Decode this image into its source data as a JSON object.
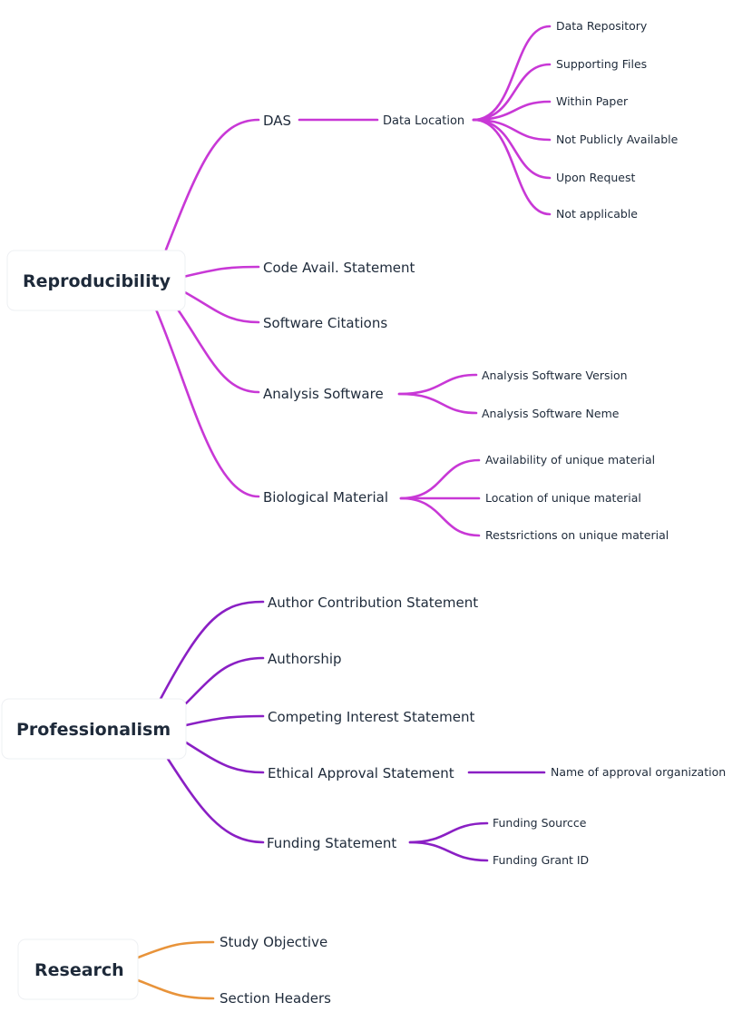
{
  "colors": {
    "reproducibility": "#c838d6",
    "professionalism": "#8a1fc4",
    "research": "#e8933a"
  },
  "roots": {
    "reproducibility": {
      "label": "Reproducibility",
      "children": {
        "das": {
          "label": "DAS",
          "data_location": {
            "label": "Data Location",
            "items": [
              "Data Repository",
              "Supporting Files",
              "Within Paper",
              "Not Publicly Available",
              "Upon Request",
              "Not applicable"
            ]
          }
        },
        "code_avail": {
          "label": "Code Avail. Statement"
        },
        "software_citations": {
          "label": "Software Citations"
        },
        "analysis_software": {
          "label": "Analysis Software",
          "items": [
            "Analysis Software Version",
            "Analysis Software Neme"
          ]
        },
        "biological_material": {
          "label": "Biological Material",
          "items": [
            "Availability of unique material",
            "Location of unique material",
            "Restsrictions on unique material"
          ]
        }
      }
    },
    "professionalism": {
      "label": "Professionalism",
      "children": {
        "author_contribution": {
          "label": "Author Contribution Statement"
        },
        "authorship": {
          "label": "Authorship"
        },
        "competing_interest": {
          "label": "Competing Interest Statement"
        },
        "ethical_approval": {
          "label": "Ethical Approval Statement",
          "items": [
            "Name of approval organization"
          ]
        },
        "funding": {
          "label": "Funding Statement",
          "items": [
            "Funding Sourcce",
            "Funding Grant ID"
          ]
        }
      }
    },
    "research": {
      "label": "Research",
      "children": {
        "study_objective": {
          "label": "Study Objective"
        },
        "section_headers": {
          "label": "Section Headers"
        }
      }
    }
  }
}
